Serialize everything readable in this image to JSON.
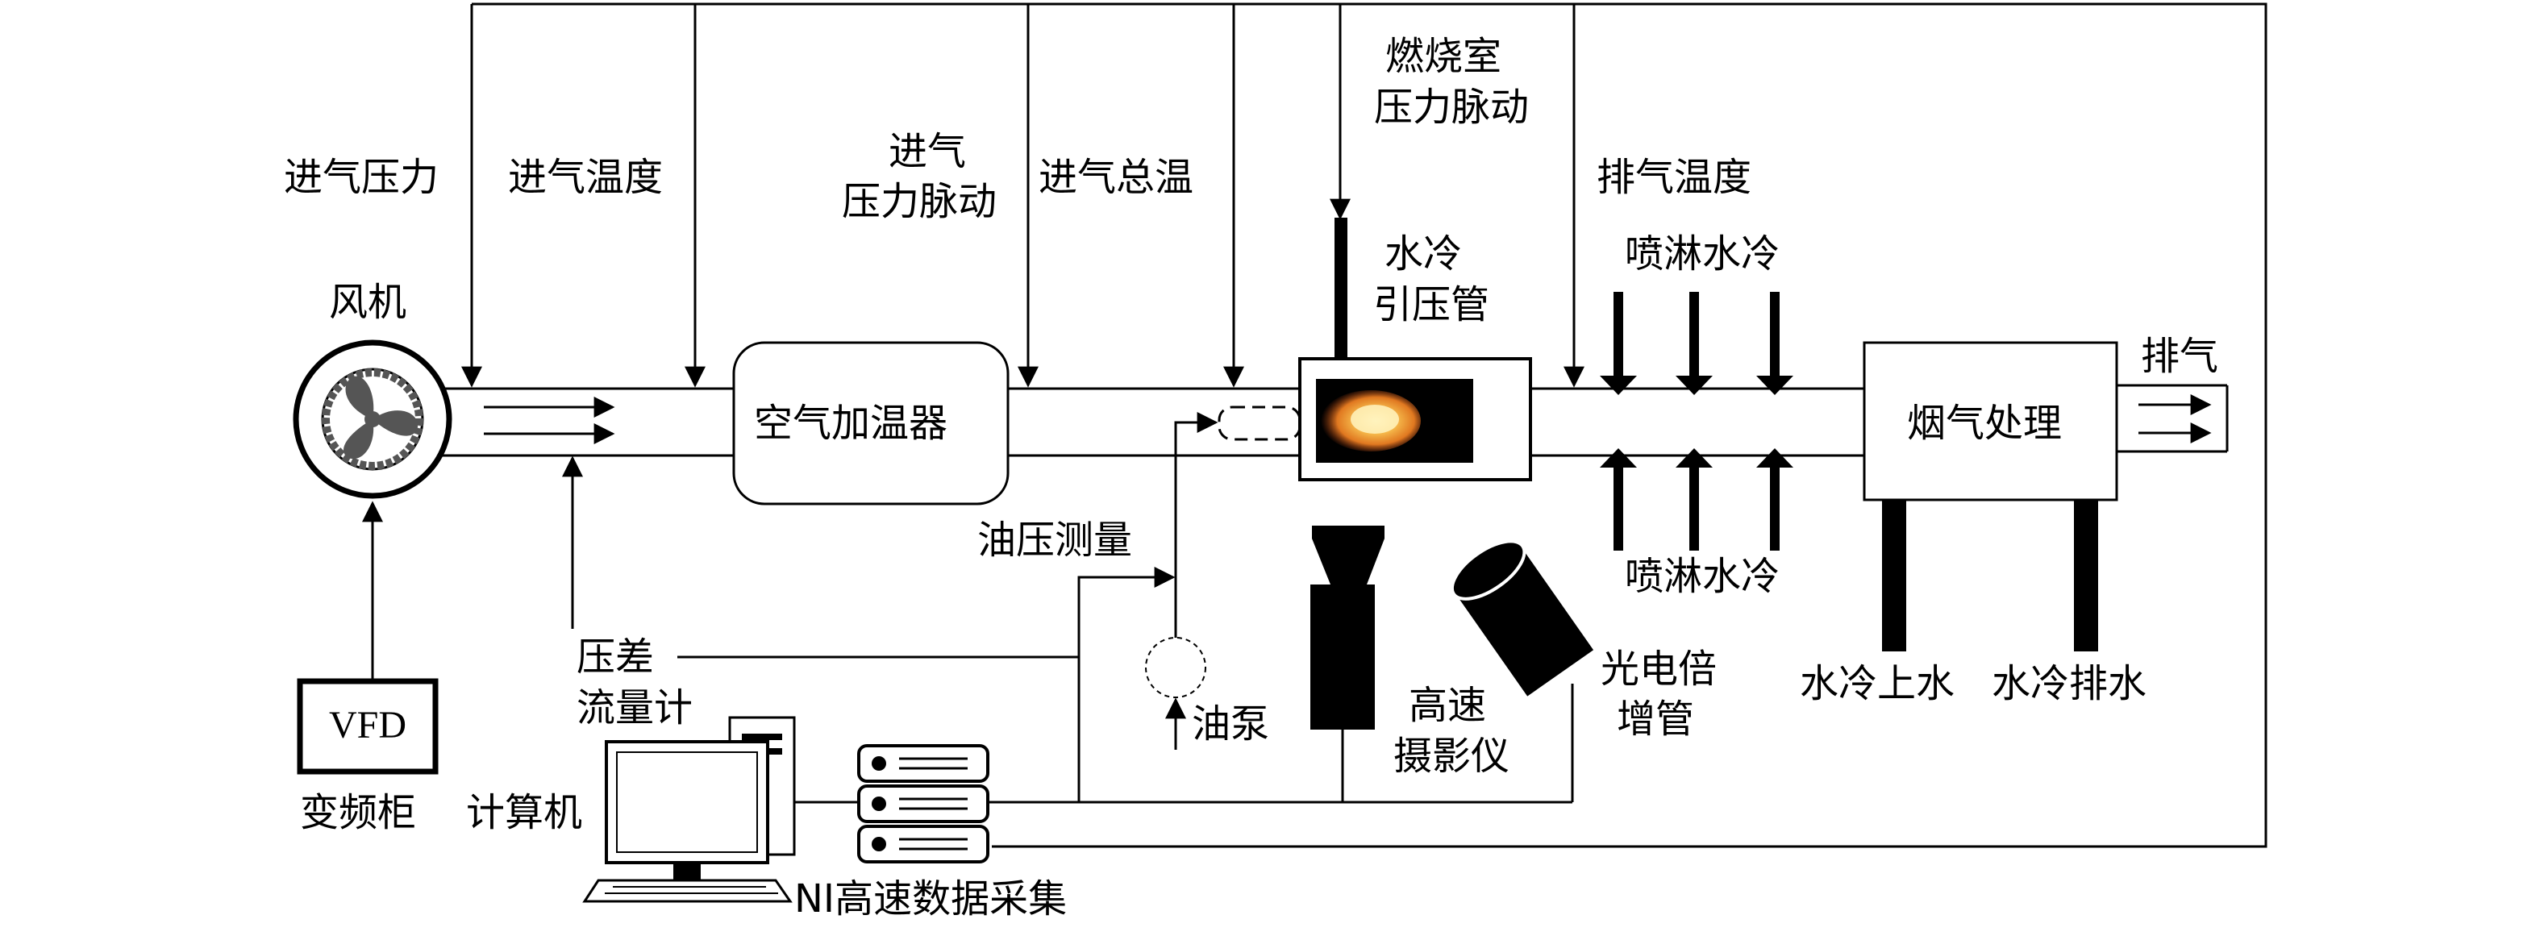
{
  "colors": {
    "line": "#000000",
    "background": "#ffffff",
    "flame_bg": "#000000",
    "flame_core": "#fff0b0",
    "flame_mid": "#f6a02a",
    "flame_outer": "#c0561c"
  },
  "icons": {
    "fan": "fan-icon",
    "computer": "desktop-computer-icon",
    "daq": "server-rack-icon",
    "camera": "high-speed-camera-icon",
    "pmt": "photomultiplier-icon",
    "pump": "oil-pump-icon",
    "flame": "flame-icon"
  },
  "labels": {
    "inlet_pressure": "进气压力",
    "inlet_temperature": "进气温度",
    "inlet_pressure_pulse_1": "进气",
    "inlet_pressure_pulse_2": "压力脉动",
    "inlet_total_temperature": "进气总温",
    "chamber_pressure_pulse_1": "燃烧室",
    "chamber_pressure_pulse_2": "压力脉动",
    "exhaust_temperature": "排气温度",
    "fan": "风机",
    "water_cooled_tube_1": "水冷",
    "water_cooled_tube_2": "引压管",
    "spray_cooling_top": "喷淋水冷",
    "spray_cooling_bottom": "喷淋水冷",
    "exhaust": "排气",
    "air_heater": "空气加温器",
    "flue_gas_treatment": "烟气处理",
    "oil_pressure": "油压测量",
    "oil_pump": "油泵",
    "diff_flowmeter_1": "压差",
    "diff_flowmeter_2": "流量计",
    "vfd": "VFD",
    "vfd_cabinet": "变频柜",
    "computer": "计算机",
    "ni_daq": "NI高速数据采集",
    "high_speed_camera_1": "高速",
    "high_speed_camera_2": "摄影仪",
    "pmt_1": "光电倍",
    "pmt_2": "增管",
    "cooling_water_in": "水冷上水",
    "cooling_water_out": "水冷排水"
  }
}
